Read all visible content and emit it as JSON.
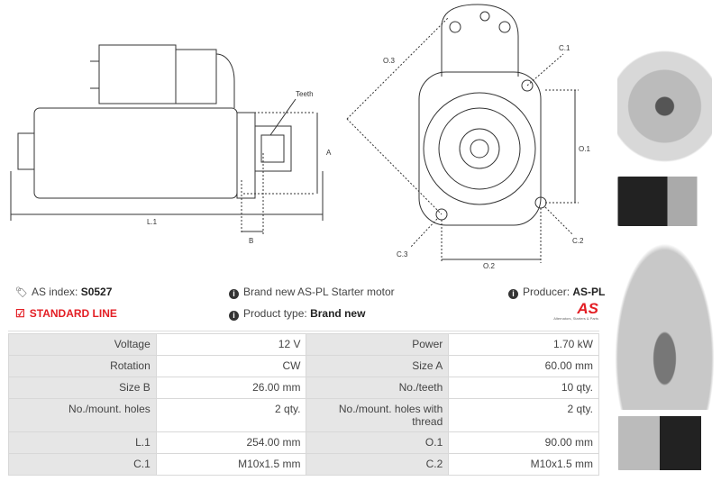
{
  "drawing_labels": {
    "teeth": "Teeth",
    "a": "A",
    "b": "B",
    "l1": "L.1",
    "o3": "O.3",
    "c1": "C.1",
    "o1": "O.1",
    "c3": "C.3",
    "o2": "O.2",
    "c2": "C.2"
  },
  "info": {
    "as_index_label": "AS index:",
    "as_index_value": "S0527",
    "standard_line": "STANDARD LINE",
    "description": "Brand new AS-PL Starter motor",
    "product_type_label": "Product type:",
    "product_type_value": "Brand new",
    "producer_label": "Producer:",
    "producer_value": "AS-PL",
    "logo_text": "AS",
    "logo_tagline": "Alternators, Starters & Parts"
  },
  "specs": [
    {
      "k1": "Voltage",
      "v1": "12 V",
      "k2": "Power",
      "v2": "1.70 kW"
    },
    {
      "k1": "Rotation",
      "v1": "CW",
      "k2": "Size A",
      "v2": "60.00 mm"
    },
    {
      "k1": "Size B",
      "v1": "26.00 mm",
      "k2": "No./teeth",
      "v2": "10 qty."
    },
    {
      "k1": "No./mount. holes",
      "v1": "2 qty.",
      "k2": "No./mount. holes with thread",
      "v2": "2 qty."
    },
    {
      "k1": "L.1",
      "v1": "254.00 mm",
      "k2": "O.1",
      "v2": "90.00 mm"
    },
    {
      "k1": "C.1",
      "v1": "M10x1.5 mm",
      "k2": "C.2",
      "v2": "M10x1.5 mm"
    }
  ]
}
